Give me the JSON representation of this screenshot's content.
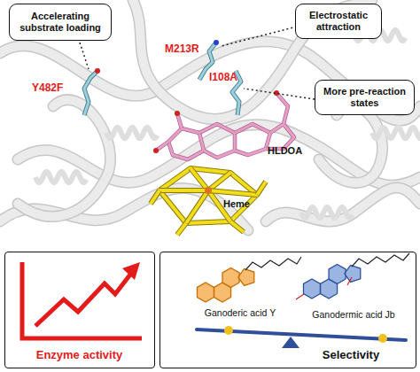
{
  "diagram": {
    "nodes": [
      {
        "text": [
          "Accelerating substrate loading"
        ]
      },
      {
        "text": [
          "Electrostatic attraction"
        ]
      },
      {
        "text": [
          "More pre-reaction states"
        ]
      },
      {
        "text": [
          "Enzyme activity"
        ]
      },
      {
        "text": [
          "Ganoderic acid Y",
          "Ganodermic acid Jb",
          "Selectivity"
        ]
      }
    ],
    "labels": [
      "Y482F",
      "M213R",
      "I108A",
      "HLDOA",
      "Heme"
    ]
  }
}
